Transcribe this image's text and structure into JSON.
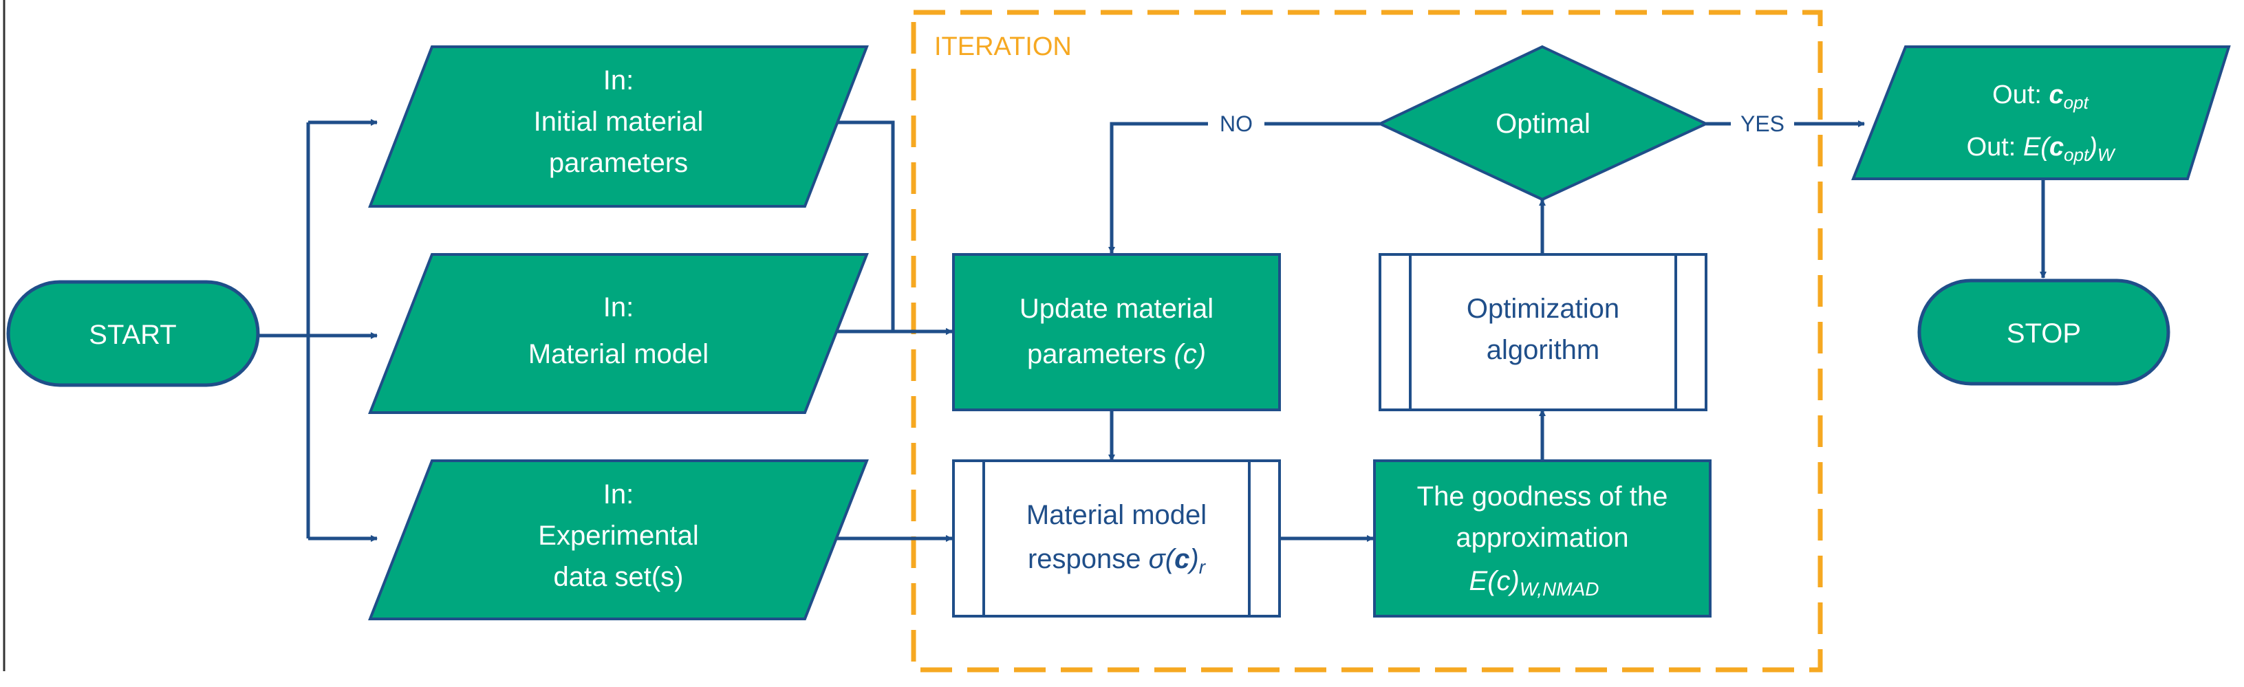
{
  "colors": {
    "fill": "#00A77E",
    "stroke": "#1F4E89",
    "text_light": "#ffffff",
    "text_dark": "#1F4E89",
    "iteration": "#F6A821"
  },
  "iteration_label": "ITERATION",
  "start": "START",
  "stop": "STOP",
  "inputs": {
    "initial": [
      "In:",
      "Initial material",
      "parameters"
    ],
    "model": [
      "In:",
      "Material model"
    ],
    "experimental": [
      "In:",
      "Experimental",
      "data set(s)"
    ]
  },
  "update": {
    "line1": "Update material",
    "line2": "parameters",
    "symbol": "(c)"
  },
  "response": {
    "line1": "Material model",
    "line2": "response",
    "sym_sigma": "σ",
    "sym_open": "(",
    "sym_c": "c",
    "sym_close": ")",
    "sym_sub": "r"
  },
  "goodness": {
    "line1": "The goodness of the",
    "line2": "approximation",
    "sym_E": "E",
    "sym_c": "(c)",
    "sym_sub": "W,NMAD"
  },
  "optimization": {
    "line1": "Optimization",
    "line2": "algorithm"
  },
  "decision": "Optimal",
  "no_label": "NO",
  "yes_label": "YES",
  "output": {
    "prefix": "Out:",
    "c": "c",
    "c_sub": "opt",
    "E": "E(",
    "close": ")",
    "w_sub": "W"
  }
}
